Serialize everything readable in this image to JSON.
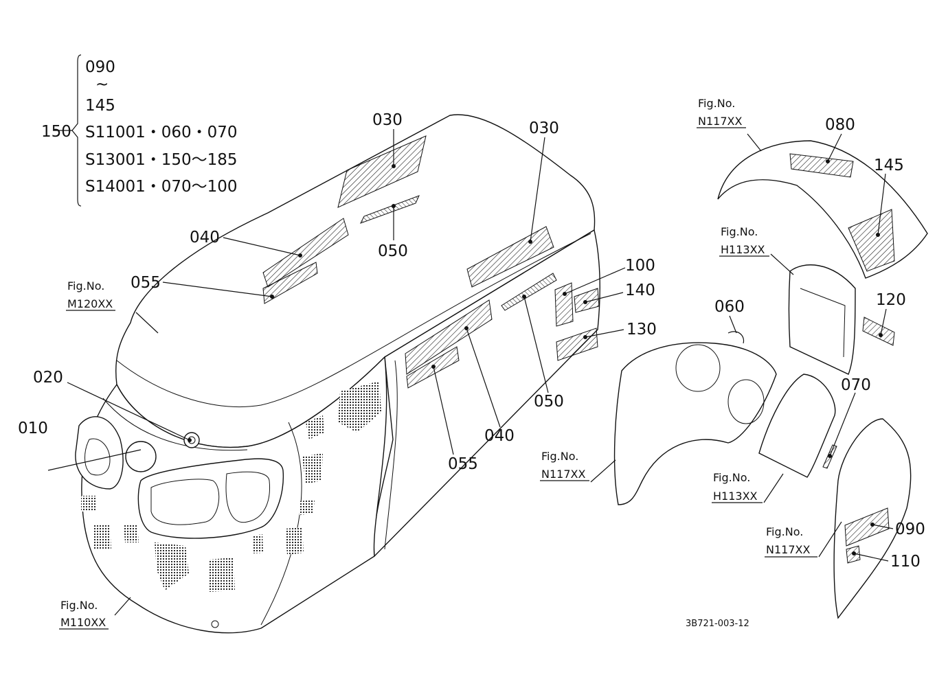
{
  "legend": {
    "ref": "150",
    "items": [
      "090",
      "~",
      "145",
      "S11001・060・070",
      "S13001・150～185",
      "S14001・070～100"
    ]
  },
  "parts": {
    "p010": "010",
    "p020": "020",
    "p030a": "030",
    "p030b": "030",
    "p040a": "040",
    "p040b": "040",
    "p050a": "050",
    "p050b": "050",
    "p055a": "055",
    "p055b": "055",
    "p060": "060",
    "p070": "070",
    "p080": "080",
    "p090": "090",
    "p100": "100",
    "p110": "110",
    "p120": "120",
    "p130": "130",
    "p140": "140",
    "p145": "145"
  },
  "figrefs": {
    "label": "Fig.No.",
    "m120": "M120XX",
    "m110": "M110XX",
    "n117a": "N117XX",
    "n117b": "N117XX",
    "n117c": "N117XX",
    "h113a": "H113XX",
    "h113b": "H113XX"
  },
  "diagram_code": "3B721-003-12"
}
